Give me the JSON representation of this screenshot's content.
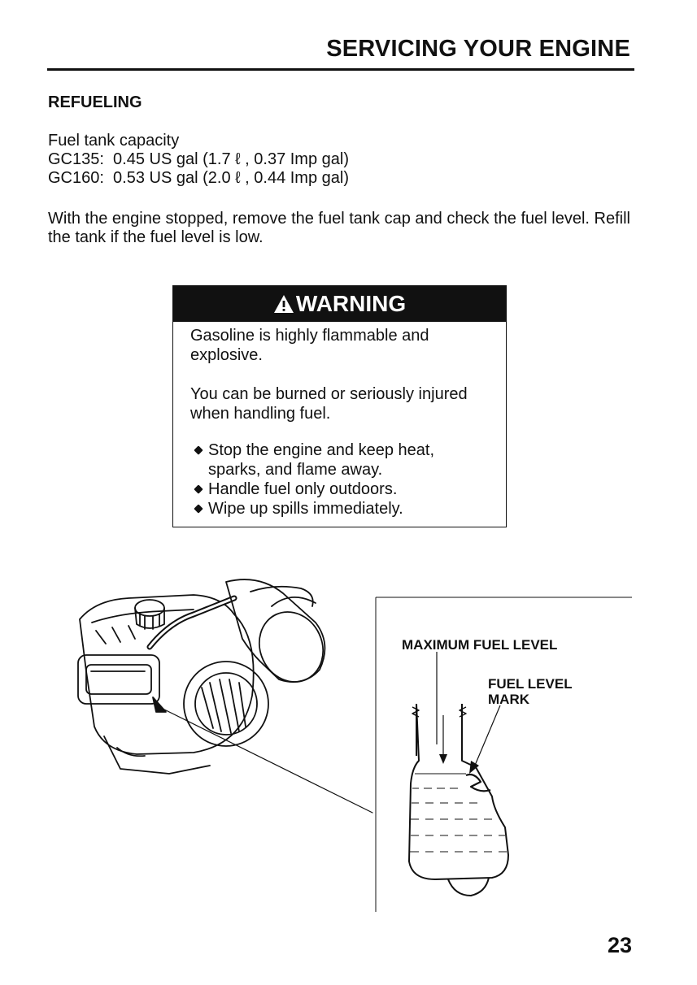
{
  "header": {
    "title": "SERVICING YOUR ENGINE"
  },
  "section": {
    "title": "REFUELING"
  },
  "capacity": {
    "label": "Fuel tank capacity",
    "lines": [
      "GC135:  0.45 US gal (1.7 ℓ , 0.37 Imp gal)",
      "GC160:  0.53 US gal (2.0 ℓ , 0.44 Imp gal)"
    ]
  },
  "intro": "With the engine stopped, remove the fuel tank cap and check the fuel level. Refill the tank if the fuel level is low.",
  "warning": {
    "title": "WARNING",
    "p1": "Gasoline is highly flammable and explosive.",
    "p2": "You can be burned or seriously injured when handling fuel.",
    "bullets": [
      "Stop the engine and keep heat, sparks, and flame away.",
      "Handle fuel only outdoors.",
      "Wipe up spills immediately."
    ]
  },
  "diagram": {
    "max_fuel_label": "MAXIMUM FUEL LEVEL",
    "fuel_mark_label_line1": "FUEL LEVEL",
    "fuel_mark_label_line2": "MARK"
  },
  "page_number": "23"
}
